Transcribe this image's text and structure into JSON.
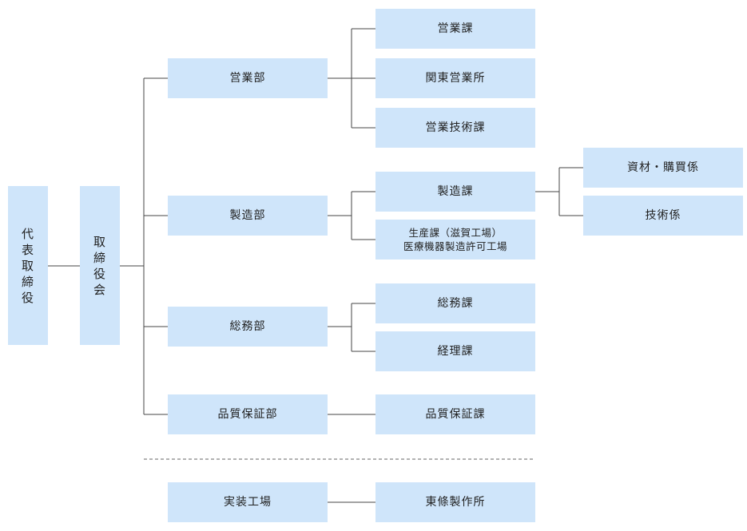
{
  "chart": {
    "nodes": {
      "ceo": "代表取締役",
      "board": "取締役会",
      "sales_dept": "営業部",
      "mfg_dept": "製造部",
      "ga_dept": "総務部",
      "qa_dept": "品質保証部",
      "sales_section": "営業課",
      "kanto_office": "関東営業所",
      "sales_tech_section": "営業技術課",
      "mfg_section": "製造課",
      "production_section_line1": "生産課（滋賀工場）",
      "production_section_line2": "医療機器製造許可工場",
      "ga_section": "総務課",
      "accounting_section": "経理課",
      "qa_section": "品質保証課",
      "materials_purchasing": "資材・購買係",
      "tech_unit": "技術係",
      "assembly_factory": "実装工場",
      "tojo_works": "東條製作所"
    }
  }
}
